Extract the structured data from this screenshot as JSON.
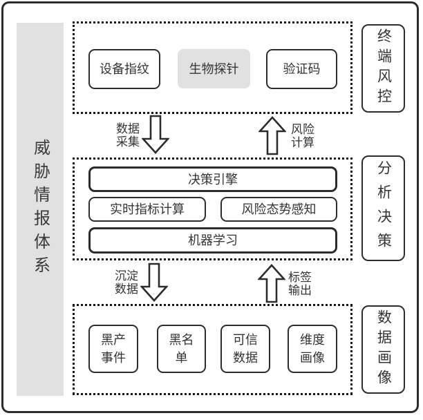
{
  "sidebar": {
    "label": "威胁情报体系"
  },
  "sections": [
    {
      "side_label": "终端风控",
      "boxes": [
        "设备指纹",
        "生物探针",
        "验证码"
      ]
    },
    {
      "side_label": "分析决策",
      "boxes": [
        "决策引擎",
        "实时指标计算",
        "风险态势感知",
        "机器学习"
      ]
    },
    {
      "side_label": "数据画像",
      "boxes": [
        "黑产事件",
        "黑名单",
        "可信数据",
        "维度画像"
      ]
    }
  ],
  "arrows": [
    {
      "direction": "down",
      "label": "数据采集"
    },
    {
      "direction": "up",
      "label": "风险计算"
    },
    {
      "direction": "down",
      "label": "沉淀数据"
    },
    {
      "direction": "up",
      "label": "标签输出"
    }
  ],
  "colors": {
    "border_dark": "#2b2b2b",
    "dotted_border": "#141414",
    "gray_fill": "#e1e1e1",
    "text": "#333333"
  }
}
